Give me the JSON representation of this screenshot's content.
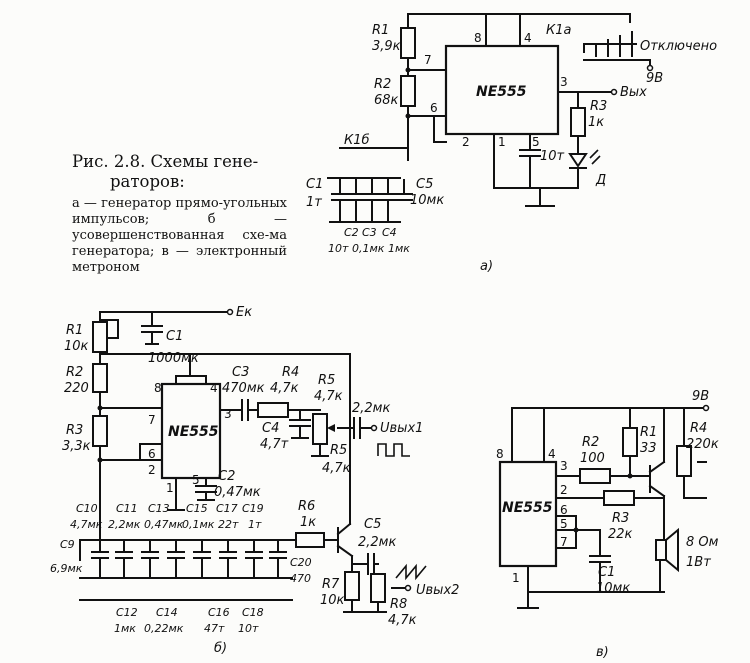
{
  "caption": {
    "title_line1": "Рис. 2.8. Схемы гене-",
    "title_line2": "раторов:",
    "desc_a": "а — генератор прямо-угольных импульсов;",
    "desc_b": "б — усовершенствованная схе-ма генератора;",
    "desc_c": "в — электронный метроном"
  },
  "circuit_a": {
    "chip": "NE555",
    "r1": "R1",
    "r1_val": "3,9к",
    "r2": "R2",
    "r2_val": "68к",
    "r3": "R3",
    "r3_val": "1к",
    "k1a": "К1а",
    "k1b": "К1б",
    "off_label": "Отключено",
    "supply": "9В",
    "out": "Вых",
    "c1": "С1",
    "c1_val": "1т",
    "c2": "С2",
    "c3": "С3",
    "c4": "С4",
    "c2_val": "10т",
    "c3_val": "0,1мк",
    "c4_val": "1мк",
    "c5": "С5",
    "c5_val": "10мк",
    "c_5pin": "10т",
    "diode": "Д",
    "pin8": "8",
    "pin4": "4",
    "pin7": "7",
    "pin6": "6",
    "pin2": "2",
    "pin3": "3",
    "pin1": "1",
    "pin5": "5",
    "label": "а)"
  },
  "circuit_b": {
    "chip": "NE555",
    "ek": "Ек",
    "r1": "R1",
    "r1_val": "10к",
    "r2": "R2",
    "r2_val": "220",
    "r3": "R3",
    "r3_val": "3,3к",
    "r4": "R4",
    "r4_val": "4,7к",
    "r5": "R5",
    "r5_val": "4,7к",
    "r5b": "R5",
    "r5b_val": "4,7к",
    "r6": "R6",
    "r6_val": "1к",
    "r7": "R7",
    "r7_val": "10к",
    "r8": "R8",
    "r8_val": "4,7к",
    "c1": "С1",
    "c1_val": "1000мк",
    "c2": "С2",
    "c2_val": "0,47мк",
    "c3": "С3",
    "c3_val": "470мк",
    "c4": "С4",
    "c4_val": "4,7т",
    "c5": "С5",
    "c5_val": "2,2мк",
    "c_out": "2,2мк",
    "uout1": "Uвых1",
    "uout2": "Uвых2",
    "c9": "С9",
    "c9_val": "6,9мк",
    "c10": "С10",
    "c10_val": "4,7мк",
    "c11": "С11",
    "c11_val": "2,2мк",
    "c13": "С13",
    "c13_val": "0,47мк",
    "c15": "С15",
    "c15_val": "0,1мк",
    "c17": "С17",
    "c17_val": "22т",
    "c19": "С19",
    "c19_val": "1т",
    "c20": "С20",
    "c20_val": "470",
    "c12": "С12",
    "c12_val": "1мк",
    "c14": "С14",
    "c14_val": "0,22мк",
    "c16": "С16",
    "c16_val": "47т",
    "c18": "С18",
    "c18_val": "10т",
    "pin8": "8",
    "pin4": "4",
    "pin7": "7",
    "pin6": "6",
    "pin2": "2",
    "pin3": "3",
    "pin1": "1",
    "pin5": "5",
    "label": "б)"
  },
  "circuit_c": {
    "chip": "NE555",
    "supply": "9В",
    "r1": "R1",
    "r1_val": "33",
    "r2": "R2",
    "r2_val": "100",
    "r3": "R3",
    "r3_val": "22к",
    "r4": "R4",
    "r4_val": "220к",
    "c1": "С1",
    "c1_val": "10мк",
    "speaker": "8 Ом",
    "speaker_pwr": "1Вт",
    "pin8": "8",
    "pin4": "4",
    "pin3": "3",
    "pin2": "2",
    "pin6": "6",
    "pin5": "5",
    "pin7": "7",
    "pin1": "1",
    "label": "в)"
  }
}
